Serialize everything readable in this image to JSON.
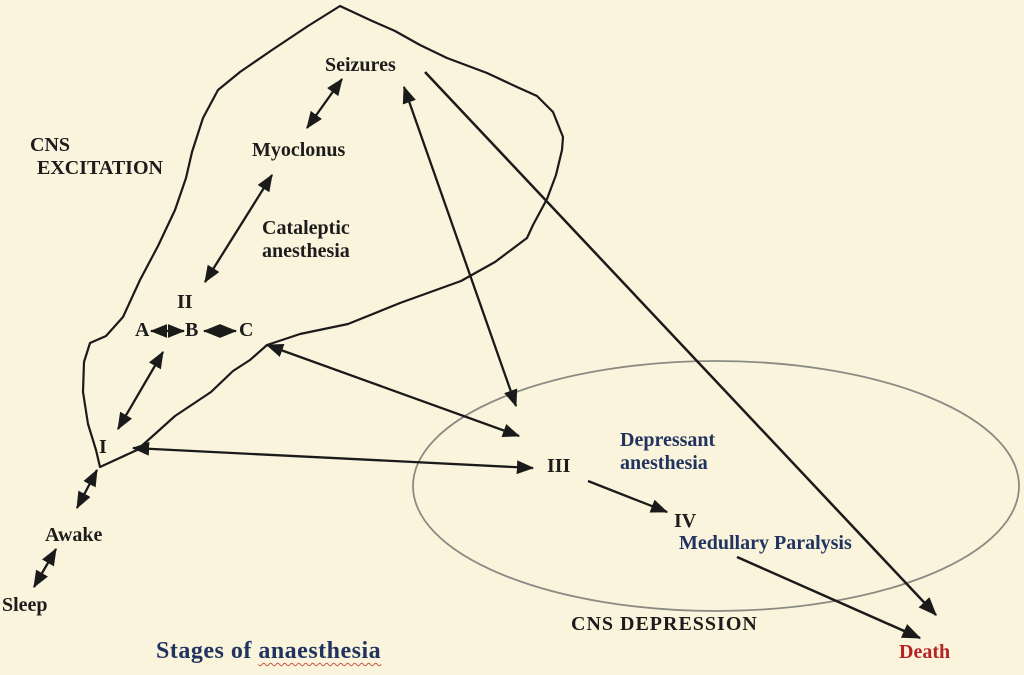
{
  "regions": {
    "excitation_line1": "CNS",
    "excitation_line2": "EXCITATION",
    "depression_label": "CNS DEPRESSION"
  },
  "nodes": {
    "seizures": "Seizures",
    "myoclonus": "Myoclonus",
    "cataleptic_line1": "Cataleptic",
    "cataleptic_line2": "anesthesia",
    "stage_ii": "II",
    "plane_a": "A",
    "plane_b": "B",
    "plane_c": "C",
    "stage_i": "I",
    "awake": "Awake",
    "sleep": "Sleep",
    "stage_iii": "III",
    "depressant_line1": "Depressant",
    "depressant_line2": "anesthesia",
    "stage_iv": "IV",
    "medullary_paralysis": "Medullary Paralysis",
    "death": "Death"
  },
  "title": {
    "part1": "Stages of ",
    "part2": "anaesthesia"
  },
  "colors": {
    "background": "#fbf4dc",
    "text_black": "#1c1c1c",
    "accent_navy": "#21345f",
    "accent_red": "#b62323",
    "ellipse_gray": "#8b8b84",
    "line_black": "#1a1a1a"
  },
  "connections": [
    {
      "from": "Seizures",
      "to": "Myoclonus",
      "double": true
    },
    {
      "from": "Myoclonus",
      "to": "II",
      "double": true
    },
    {
      "from": "A",
      "to": "B",
      "double": true
    },
    {
      "from": "B",
      "to": "C",
      "double": true
    },
    {
      "from": "I",
      "to": "B",
      "double": true
    },
    {
      "from": "I",
      "to": "Awake",
      "double": true
    },
    {
      "from": "Awake",
      "to": "Sleep",
      "double": true
    },
    {
      "from": "I",
      "to": "III",
      "double": true
    },
    {
      "from": "C",
      "to": "depression-region",
      "double": true
    },
    {
      "from": "Seizures",
      "to": "depression-region",
      "double": true
    },
    {
      "from": "Seizures",
      "to": "Death",
      "double": false
    },
    {
      "from": "III",
      "to": "IV",
      "double": false
    },
    {
      "from": "Medullary Paralysis",
      "to": "Death",
      "double": false
    }
  ]
}
